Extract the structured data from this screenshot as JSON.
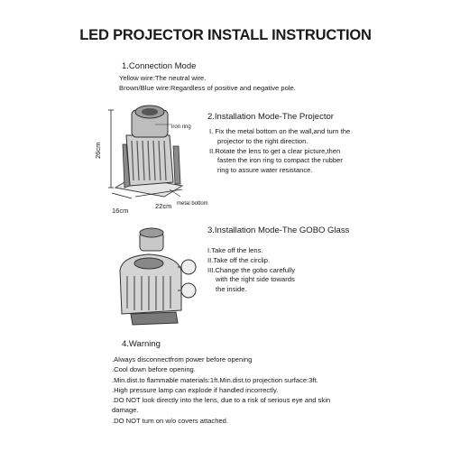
{
  "title": "LED PROJECTOR INSTALL INSTRUCTION",
  "section1": {
    "heading": "1.Connection  Mode",
    "lines": [
      "Yellow wire:The neutral wire.",
      "Brown/Blue   wire:Regardless of positive and negative pole."
    ]
  },
  "section2": {
    "heading": "2.Installation Mode-The Projector",
    "lines": [
      "I. Fix the metal bottom on the wall,and turn the",
      "projector to the right direction.",
      "II.Rotate the lens to get  a  clear picture,then",
      "fasten the iron ring to compact the rubber",
      "ring to assure water resistance."
    ],
    "labels": {
      "iron_ring": "iron ring",
      "metal_bottom": "metal bottom",
      "height": "26cm",
      "width": "22cm",
      "depth": "16cm"
    }
  },
  "section3": {
    "heading": "3.Installation  Mode-The  GOBO Glass",
    "lines": [
      "I.Take off the lens.",
      "II.Take off the circlip.",
      "III.Change the gobo carefully",
      "with the right side towards",
      "the inside."
    ]
  },
  "section4": {
    "heading": "4.Warning",
    "lines": [
      ".Always disconnectfrom power before opening",
      ".Cool down before opening.",
      ".Min.dist.to flammable materials:1ft.Min.dist.to projection surface:3ft.",
      ".High pressure lamp can explode if handled incorrectly.",
      ".DO NOT look directly into the lens, due to a risk of serious eye and skin",
      "damage.",
      ".DO NOT turn on w/o covers attached."
    ]
  },
  "colors": {
    "text": "#1a1a1a",
    "background": "#ffffff"
  }
}
